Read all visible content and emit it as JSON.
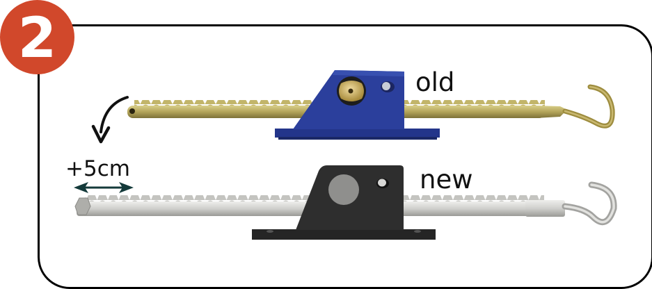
{
  "step": {
    "number": "2",
    "badge_color": "#d1482b"
  },
  "labels": {
    "old": "old",
    "new": "new",
    "extension": "+5cm"
  },
  "icons": {
    "curved_arrow": "curved-down-arrow-icon",
    "double_arrow": "double-headed-arrow-icon"
  },
  "colors": {
    "frame": "#000000",
    "old_block": "#2a3f9b",
    "old_rack": "#b8a85a",
    "new_block": "#2b2b2b",
    "new_rack": "#c9c9c6",
    "measure_arrow": "#143a3a"
  }
}
